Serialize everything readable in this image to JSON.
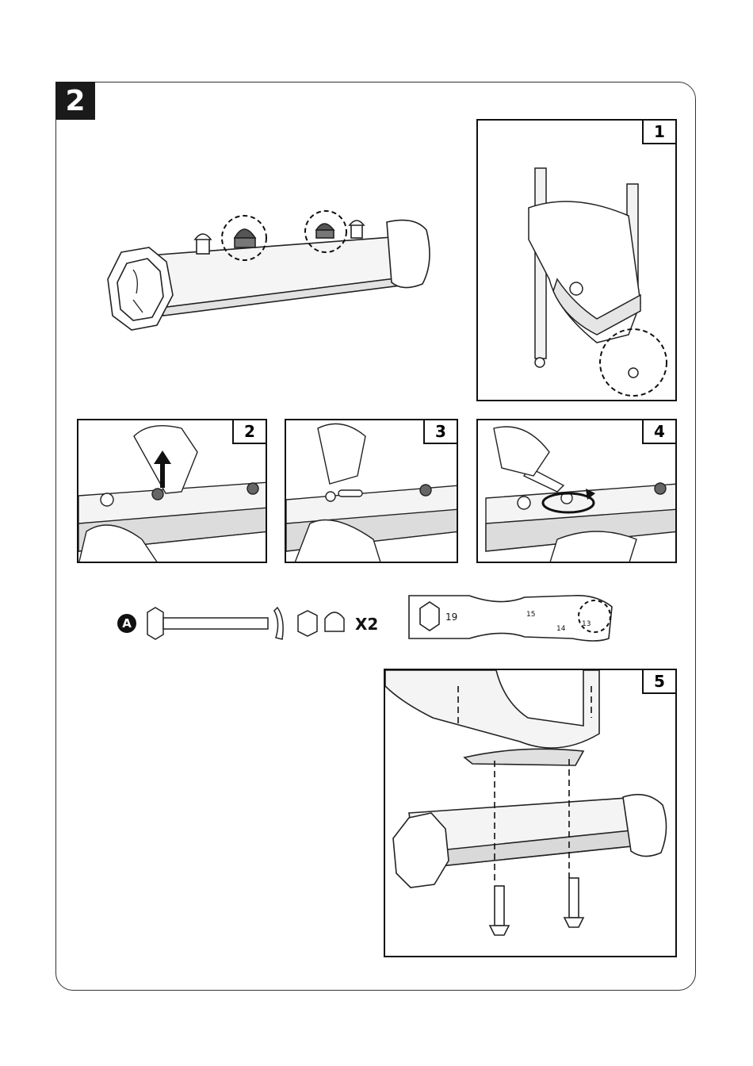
{
  "page": {
    "step_number": "2"
  },
  "panels": [
    {
      "number": "1"
    },
    {
      "number": "2"
    },
    {
      "number": "3"
    },
    {
      "number": "4"
    },
    {
      "number": "5"
    }
  ],
  "parts": {
    "callout_letter": "A",
    "quantity": "X2"
  },
  "wrench": {
    "sizes": [
      "19",
      "15",
      "14",
      "13"
    ]
  },
  "colors": {
    "line": "#111111",
    "shade": "#d9d9d9",
    "cap_dark": "#555555"
  }
}
